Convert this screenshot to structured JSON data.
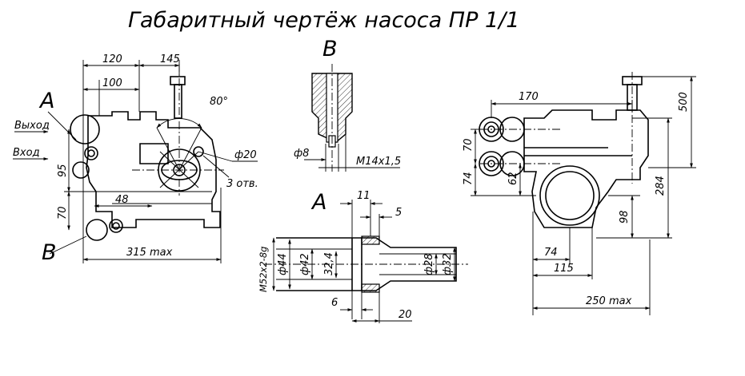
{
  "title": "Габаритный чертёж насоса ПР 1/1",
  "views": {
    "a": "A",
    "b": "B",
    "b_section": "B",
    "a_section": "A"
  },
  "labels": {
    "outlet": "Выход",
    "inlet": "Вход"
  },
  "front_view": {
    "d120": "120",
    "d145": "145",
    "d100": "100",
    "angle": "80°",
    "d95": "95",
    "d48": "48",
    "d70": "70",
    "d315": "315 max",
    "hole": "ф20",
    "holes_count": "3 отв."
  },
  "section_b": {
    "d8": "ф8",
    "thread": "M14x1,5"
  },
  "section_a": {
    "d11": "11",
    "d5": "5",
    "m52": "M52x2-8g",
    "d44": "ф44",
    "d42": "ф42",
    "d32_4": "32,4",
    "d28": "ф28",
    "d32": "ф32",
    "d6": "6",
    "d20": "20"
  },
  "side_view": {
    "d170": "170",
    "d500": "500",
    "d70": "70",
    "d74v": "74",
    "d62": "62",
    "d284": "284",
    "d98": "98",
    "d74h": "74",
    "d115": "115",
    "d250": "250 max"
  }
}
